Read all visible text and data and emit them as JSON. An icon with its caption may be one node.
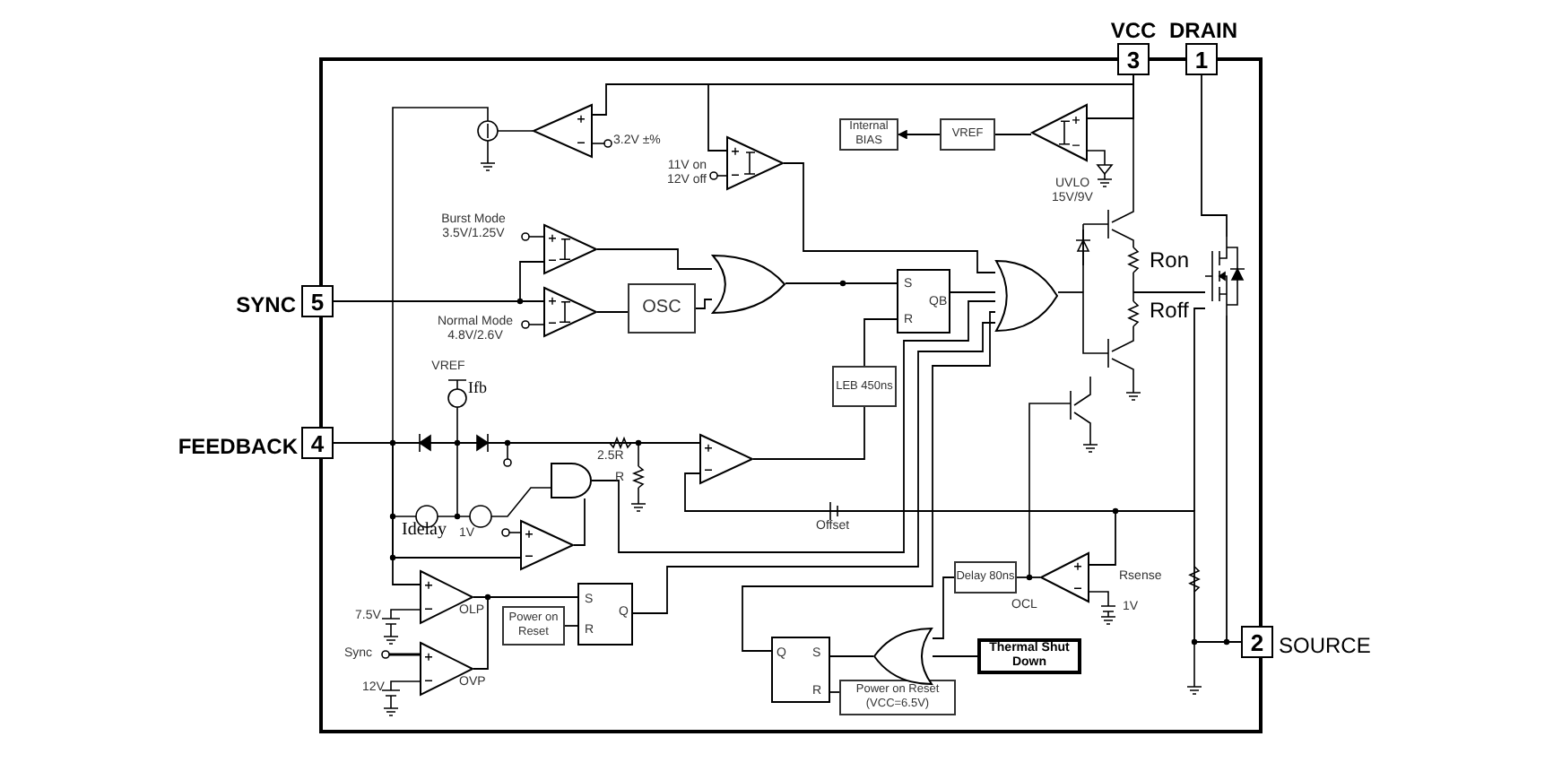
{
  "diagram": {
    "nodes": [
      {
        "text": [],
        "shape": "box"
      },
      {
        "text": [
          "3"
        ],
        "beside": [
          "VCC"
        ]
      },
      {
        "text": [
          "1"
        ],
        "beside": [
          "DRAIN"
        ]
      },
      {
        "text": [
          "5"
        ],
        "beside": [
          "SYNC"
        ]
      },
      {
        "text": [
          "4"
        ],
        "beside": [
          "FEEDBACK"
        ]
      },
      {
        "text": [
          "2"
        ],
        "beside": [
          "SOURCE"
        ]
      },
      {
        "text": [
          "Internal BIAS"
        ],
        "in": 0
      },
      {
        "text": [
          "VREF"
        ],
        "in": 0
      },
      {
        "text": [],
        "shape": "triangle",
        "beside": [
          "UVLO 15V/9V"
        ],
        "in": 0
      },
      {
        "text": [
          "OSC"
        ],
        "in": 0
      },
      {
        "text": [
          "S",
          "R",
          "QB"
        ],
        "in": 0
      },
      {
        "text": [
          "LEB 450ns"
        ],
        "in": 0
      },
      {
        "text": [
          "Power on Reset"
        ],
        "in": 0
      },
      {
        "text": [
          "S",
          "R",
          "Q"
        ],
        "in": 0
      },
      {
        "text": [
          "Q",
          "S",
          "R"
        ],
        "in": 0
      },
      {
        "text": [
          "Thermal Shut Down"
        ],
        "in": 0
      },
      {
        "text": [
          "Power on Reset (VCC=6.5V)"
        ],
        "in": 0
      },
      {
        "text": [
          "Delay 80ns"
        ],
        "in": 0
      },
      {
        "text": [],
        "shape": "triangle",
        "beside": [
          "OCL"
        ],
        "in": 0
      },
      {
        "text": [],
        "shape": "triangle",
        "beside": [
          "OLP"
        ],
        "in": 0
      },
      {
        "text": [],
        "shape": "triangle",
        "beside": [
          "OVP"
        ],
        "in": 0
      },
      {
        "text": [],
        "shape": "triangle",
        "in": 0
      },
      {
        "text": [],
        "shape": "triangle",
        "in": 0
      },
      {
        "text": [],
        "shape": "gate",
        "in": 0
      },
      {
        "text": [],
        "shape": "gate",
        "in": 0
      },
      {
        "text": [],
        "shape": "gate",
        "in": 0
      },
      {
        "text": [],
        "shape": "triangle",
        "in": 0
      },
      {
        "text": [],
        "shape": "gate",
        "in": 0
      },
      {
        "text": [],
        "shape": "triangle",
        "in": 0
      },
      {
        "text": [],
        "shape": "triangle",
        "in": 0
      },
      {
        "text": [],
        "shape": "triangle",
        "in": 0
      },
      {
        "text": [],
        "shape": "transistor",
        "in": 0
      }
    ],
    "edges": [
      {
        "from": 7,
        "to": 6,
        "arrow": "to"
      },
      {
        "from": 8,
        "to": 7,
        "arrow": "none"
      },
      {
        "from": 1,
        "to": 8,
        "arrow": "none"
      },
      {
        "from": 3,
        "to": 22,
        "arrow": "none"
      },
      {
        "from": 3,
        "to": 21,
        "arrow": "none"
      },
      {
        "from": 21,
        "to": 23,
        "arrow": "none"
      },
      {
        "from": 22,
        "to": 9,
        "arrow": "none"
      },
      {
        "from": 9,
        "to": 23,
        "arrow": "none"
      },
      {
        "from": 23,
        "to": 10,
        "arrow": "none"
      },
      {
        "from": 10,
        "to": 24,
        "arrow": "none"
      },
      {
        "from": 11,
        "to": 10,
        "arrow": "none"
      },
      {
        "from": 26,
        "to": 11,
        "arrow": "none"
      },
      {
        "from": 4,
        "to": 26,
        "arrow": "none"
      },
      {
        "from": 19,
        "to": 13,
        "arrow": "none"
      },
      {
        "from": 20,
        "to": 13,
        "arrow": "none"
      },
      {
        "from": 12,
        "to": 13,
        "arrow": "none"
      },
      {
        "from": 13,
        "to": 24,
        "arrow": "none"
      },
      {
        "from": 14,
        "to": 24,
        "arrow": "none"
      },
      {
        "from": 30,
        "to": 24,
        "arrow": "none"
      },
      {
        "from": 25,
        "to": 14,
        "arrow": "none"
      },
      {
        "from": 15,
        "to": 25,
        "arrow": "none"
      },
      {
        "from": 17,
        "to": 25,
        "arrow": "none"
      },
      {
        "from": 18,
        "to": 17,
        "arrow": "none"
      },
      {
        "from": 16,
        "to": 14,
        "arrow": "none"
      },
      {
        "from": 28,
        "to": 27,
        "arrow": "none"
      },
      {
        "from": 27,
        "to": 24,
        "arrow": "none"
      },
      {
        "from": 4,
        "to": 19,
        "arrow": "none"
      },
      {
        "from": 4,
        "to": 28,
        "arrow": "none"
      },
      {
        "from": 1,
        "to": 29,
        "arrow": "none"
      },
      {
        "from": 1,
        "to": 30,
        "arrow": "none"
      },
      {
        "from": 2,
        "to": 31,
        "arrow": "none"
      },
      {
        "from": 31,
        "to": 5,
        "arrow": "none"
      },
      {
        "from": 26,
        "to": null,
        "arrow": "none"
      },
      {
        "from": 18,
        "to": 5,
        "arrow": "none"
      },
      {
        "from": 31,
        "to": null,
        "arrow": "none"
      },
      {
        "from": null,
        "to": 31,
        "arrow": "none"
      },
      {
        "from": 24,
        "to": null,
        "arrow": "none"
      }
    ],
    "labels": [
      "3.2V ±%",
      "11V on 12V off",
      "Burst Mode 3.5V/1.25V",
      "Ron",
      "Roff",
      "Normal Mode 4.8V/2.6V",
      "VREF",
      "Ifb",
      "2.5R",
      "R",
      "Idelay",
      "1V",
      "Offset",
      "Rsense",
      "7.5V",
      "1V",
      "Sync",
      "12V"
    ]
  }
}
